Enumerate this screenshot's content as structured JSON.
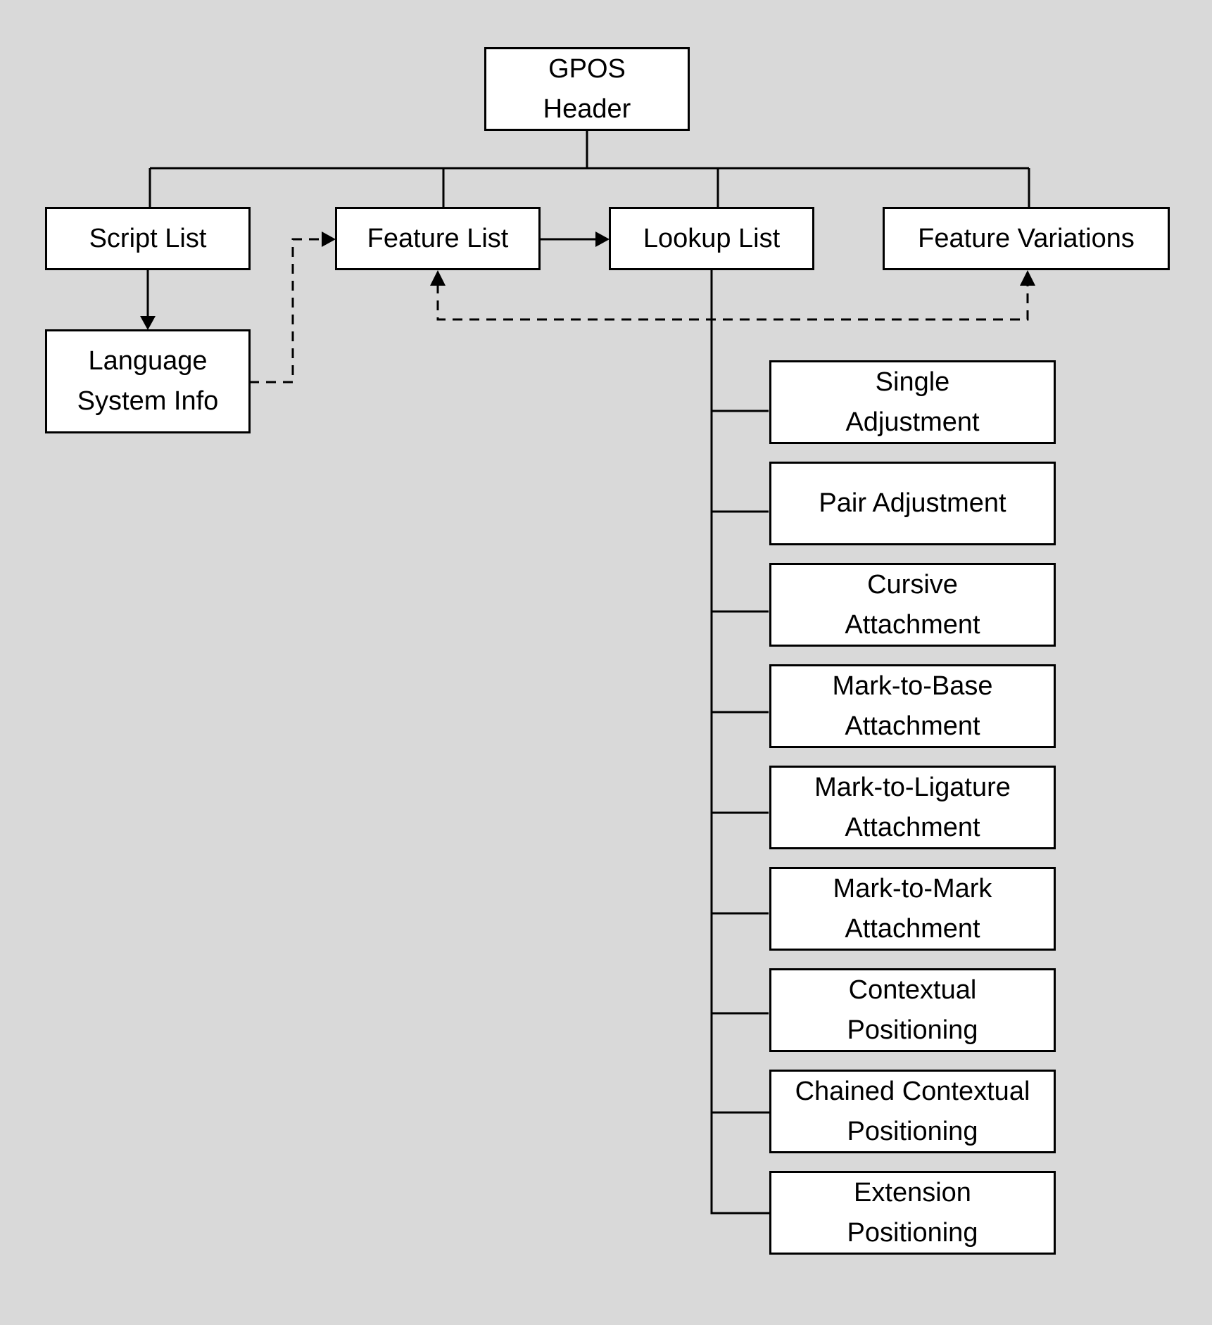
{
  "colors": {
    "background": "#d9d9d9",
    "box_fill": "#ffffff",
    "stroke": "#000000"
  },
  "nodes": {
    "gpos_header": {
      "lines": [
        "GPOS",
        "Header"
      ]
    },
    "script_list": {
      "lines": [
        "Script List"
      ]
    },
    "feature_list": {
      "lines": [
        "Feature List"
      ]
    },
    "lookup_list": {
      "lines": [
        "Lookup List"
      ]
    },
    "feature_variations": {
      "lines": [
        "Feature Variations"
      ]
    },
    "language_system_info": {
      "lines": [
        "Language",
        "System Info"
      ]
    },
    "lookup_types": [
      {
        "lines": [
          "Single",
          "Adjustment"
        ]
      },
      {
        "lines": [
          "Pair Adjustment"
        ]
      },
      {
        "lines": [
          "Cursive",
          "Attachment"
        ]
      },
      {
        "lines": [
          "Mark-to-Base",
          "Attachment"
        ]
      },
      {
        "lines": [
          "Mark-to-Ligature",
          "Attachment"
        ]
      },
      {
        "lines": [
          "Mark-to-Mark",
          "Attachment"
        ]
      },
      {
        "lines": [
          "Contextual",
          "Positioning"
        ]
      },
      {
        "lines": [
          "Chained Contextual",
          "Positioning"
        ]
      },
      {
        "lines": [
          "Extension",
          "Positioning"
        ]
      }
    ]
  }
}
